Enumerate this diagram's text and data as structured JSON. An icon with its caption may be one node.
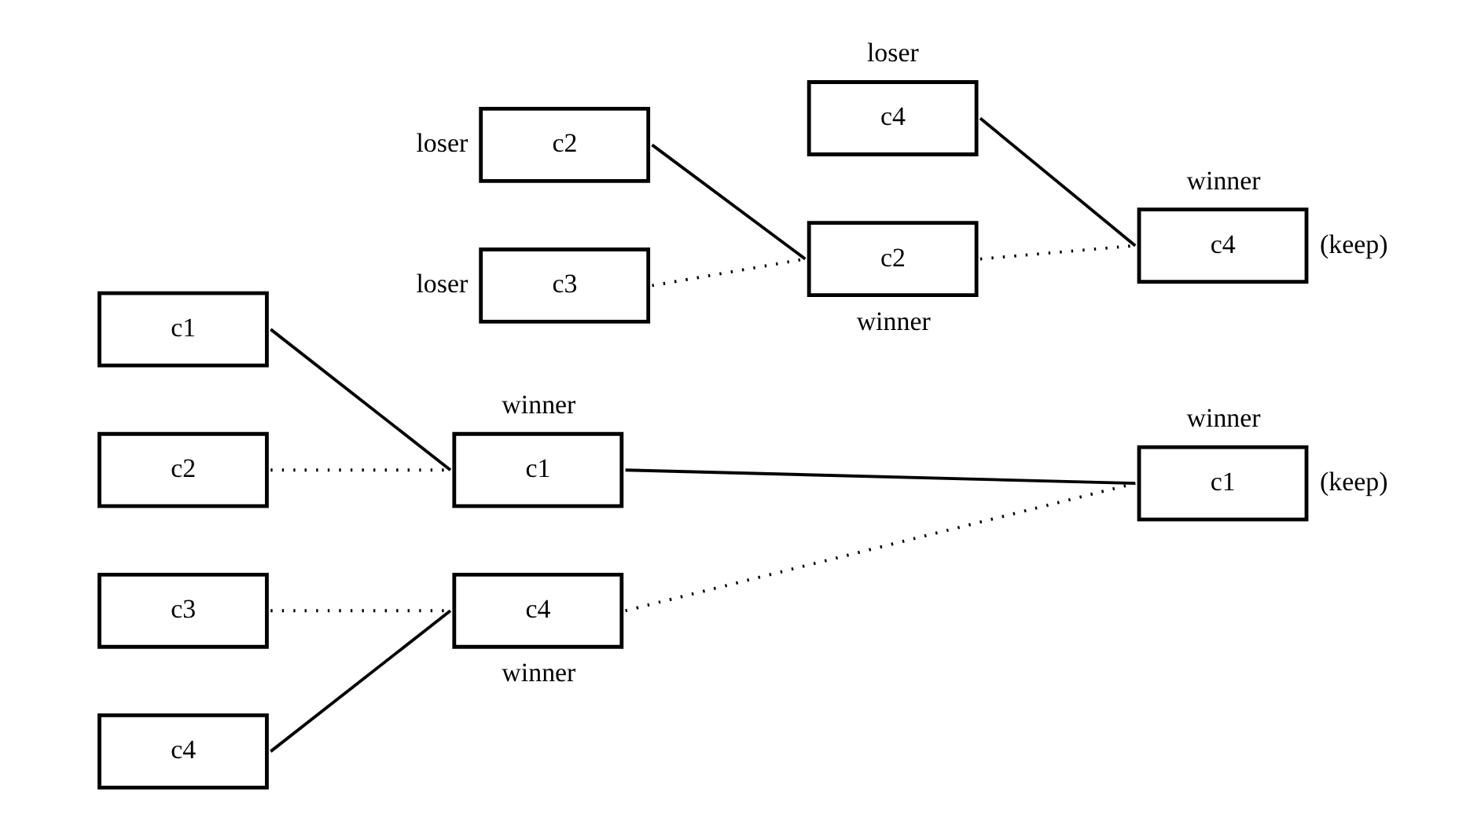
{
  "diagram": {
    "nodes": [
      {
        "text": [
          "c1"
        ]
      },
      {
        "text": [
          "c2"
        ]
      },
      {
        "text": [
          "c3"
        ]
      },
      {
        "text": [
          "c4"
        ]
      },
      {
        "text": [
          "c1"
        ],
        "beside": [
          "winner"
        ]
      },
      {
        "text": [
          "c4"
        ],
        "beside": [
          "winner"
        ]
      },
      {
        "text": [
          "c1"
        ],
        "beside": [
          "winner",
          "(keep)"
        ]
      },
      {
        "text": [
          "c4"
        ],
        "beside": [
          "loser"
        ]
      },
      {
        "text": [
          "c4"
        ],
        "beside": [
          "winner",
          "(keep)"
        ]
      },
      {
        "text": [
          "c2"
        ],
        "beside": [
          "loser"
        ]
      },
      {
        "text": [
          "c2"
        ],
        "beside": [
          "winner"
        ]
      },
      {
        "text": [
          "c3"
        ],
        "beside": [
          "loser"
        ]
      }
    ],
    "edges": [
      {
        "from": 0,
        "to": 4,
        "arrow": "none"
      },
      {
        "from": 1,
        "to": 4,
        "arrow": "none",
        "style": "dashed"
      },
      {
        "from": 2,
        "to": 5,
        "arrow": "none",
        "style": "dashed"
      },
      {
        "from": 3,
        "to": 5,
        "arrow": "none"
      },
      {
        "from": 4,
        "to": 6,
        "arrow": "none"
      },
      {
        "from": 5,
        "to": 6,
        "arrow": "none",
        "style": "dashed"
      },
      {
        "from": 7,
        "to": 8,
        "arrow": "none"
      },
      {
        "from": 10,
        "to": 8,
        "arrow": "none",
        "style": "dashed"
      },
      {
        "from": 9,
        "to": 10,
        "arrow": "none"
      },
      {
        "from": 11,
        "to": 10,
        "arrow": "none",
        "style": "dashed"
      }
    ]
  }
}
